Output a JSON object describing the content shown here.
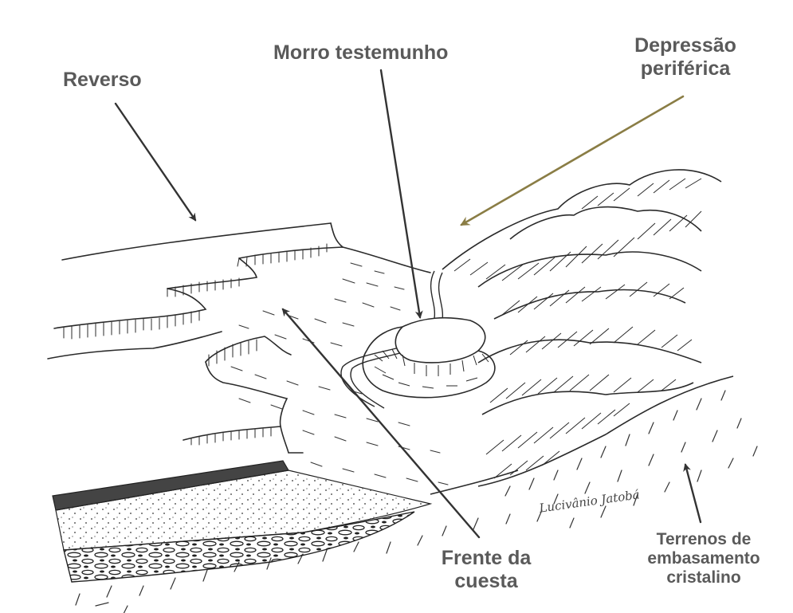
{
  "labels": {
    "reverso": "Reverso",
    "morro": "Morro testemunho",
    "depressao_line1": "Depressão",
    "depressao_line2": "periférica",
    "frente_line1": "Frente da",
    "frente_line2": "cuesta",
    "terrenos_line1": "Terrenos de",
    "terrenos_line2": "embasamento",
    "terrenos_line3": "cristalino"
  },
  "signature": "Lucivânio Jatobá",
  "colors": {
    "label_text": "#5a5a5a",
    "pointer_dark": "#333333",
    "pointer_olive": "#8a7d45",
    "ink": "#2a2a2a"
  }
}
